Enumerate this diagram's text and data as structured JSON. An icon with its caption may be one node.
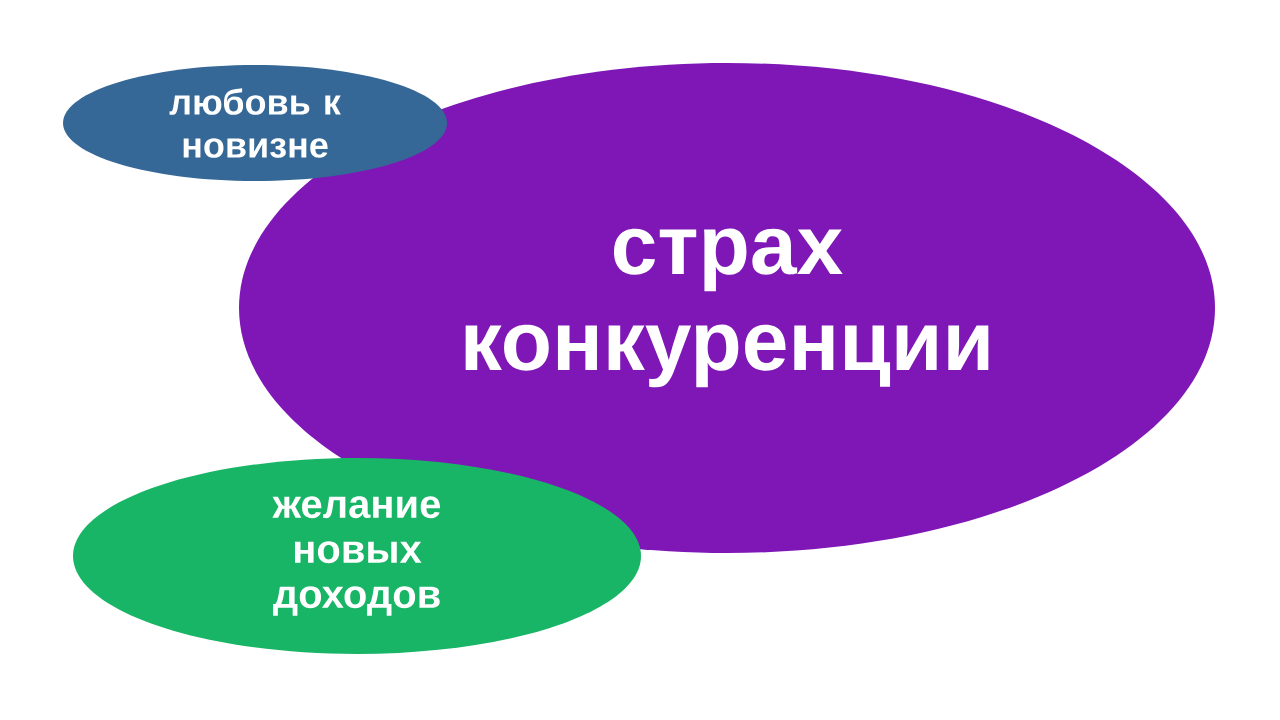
{
  "diagram": {
    "nodes": [
      {
        "text": [
          "любовь к новизне"
        ]
      },
      {
        "text": [
          "страх конкуренции"
        ]
      },
      {
        "text": [
          "желание новых доходов"
        ]
      }
    ]
  }
}
